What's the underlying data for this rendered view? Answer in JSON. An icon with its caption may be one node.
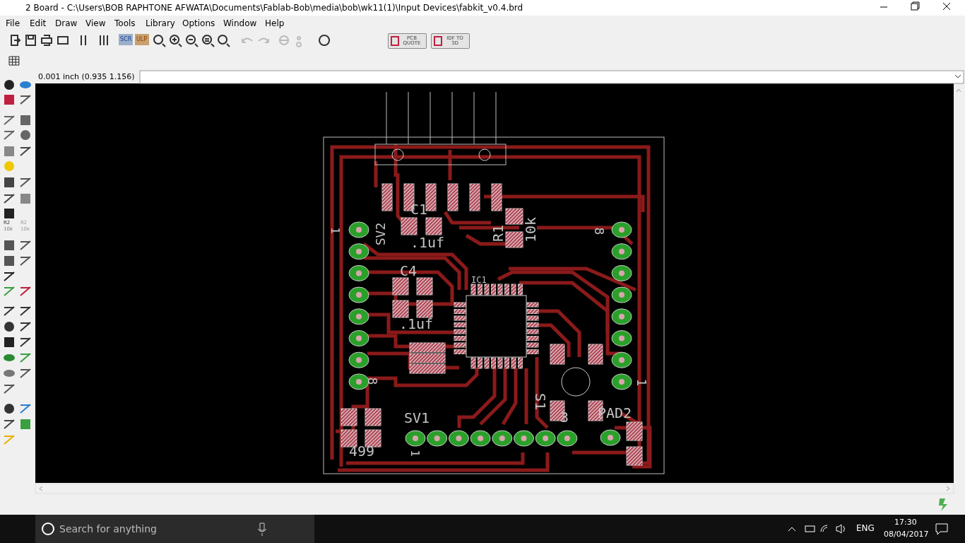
{
  "diagram": {
    "title": "2 Board - C:\\Users\\BOB RAPHTONE AFWATA\\Documents\\Fablab-Bob\\media\\bob\\wk11(1)\\Input Devices\\fabkit_v0.4.brd",
    "labels": [
      "File",
      "Edit",
      "Draw",
      "View",
      "Tools",
      "Library",
      "Options",
      "Window",
      "Help",
      "SCR",
      "ULP",
      "PCB QUOTE",
      "IDF TO 3D",
      "0.001 inch (0.935 1.156)",
      "R2",
      "10k",
      "R2",
      "10k",
      "1",
      "SV2",
      "C1",
      ".1uf",
      "R1",
      "10k",
      "8",
      "C4",
      ".1uf",
      "IC1",
      "8",
      "1",
      "S1",
      "SV1",
      "3",
      "PAD2",
      "499",
      "1",
      "Search for anything",
      "ENG",
      "17:30",
      "08/04/2017"
    ]
  }
}
